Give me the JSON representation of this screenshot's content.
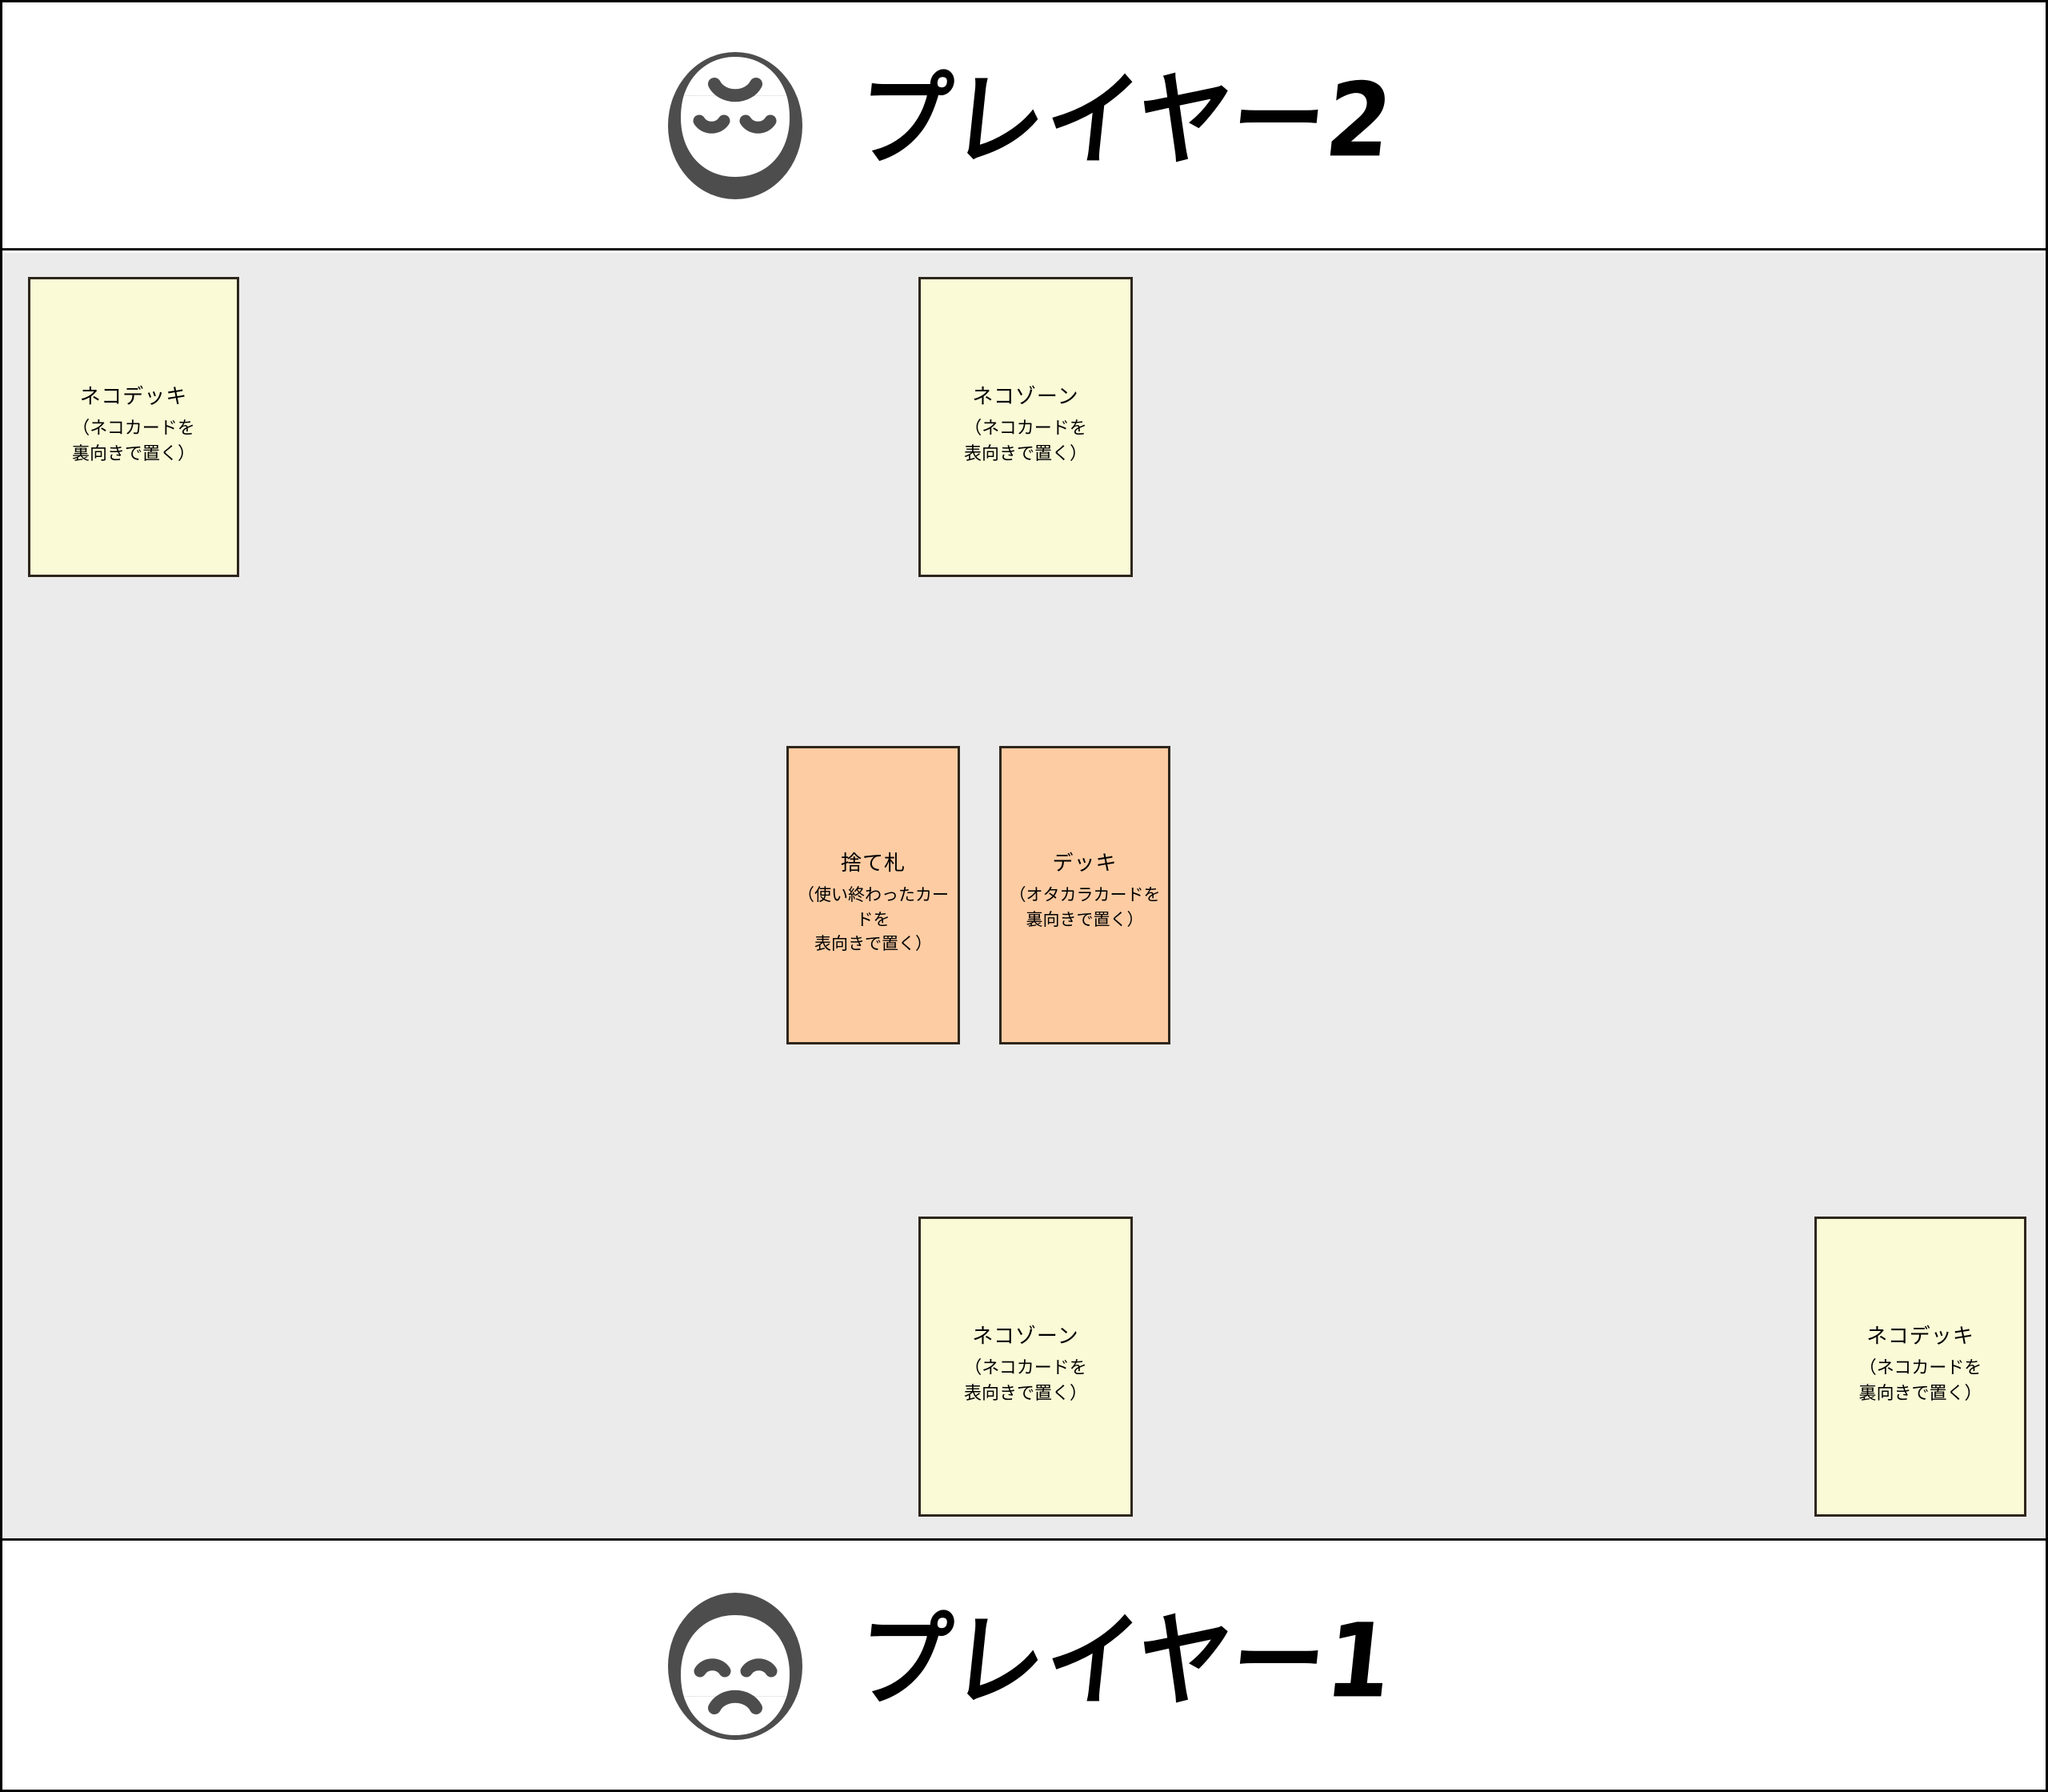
{
  "board": {
    "background_color": "#ebebeb",
    "frame_color": "#000000",
    "card_yellow": "#fafad7",
    "card_orange": "#fdcca3",
    "card_border": "#2e261c"
  },
  "players": [
    {
      "id": "player2",
      "name": "プレイヤー2",
      "avatar_icon": "sad-face-icon",
      "position": "top"
    },
    {
      "id": "player1",
      "name": "プレイヤー1",
      "avatar_icon": "smiling-face-icon",
      "position": "bottom"
    }
  ],
  "zones": {
    "neko_deck_p2": {
      "title": "ネコデッキ",
      "subtitle": "（ネコカードを\n裏向きで置く）",
      "color": "yellow"
    },
    "neko_zone_p2": {
      "title": "ネコゾーン",
      "subtitle": "（ネコカードを\n表向きで置く）",
      "color": "yellow"
    },
    "discard": {
      "title": "捨て札",
      "subtitle": "（使い終わったカードを\n表向きで置く）",
      "color": "orange"
    },
    "deck": {
      "title": "デッキ",
      "subtitle": "（オタカラカードを\n裏向きで置く）",
      "color": "orange"
    },
    "neko_zone_p1": {
      "title": "ネコゾーン",
      "subtitle": "（ネコカードを\n表向きで置く）",
      "color": "yellow"
    },
    "neko_deck_p1": {
      "title": "ネコデッキ",
      "subtitle": "（ネコカードを\n裏向きで置く）",
      "color": "yellow"
    }
  }
}
